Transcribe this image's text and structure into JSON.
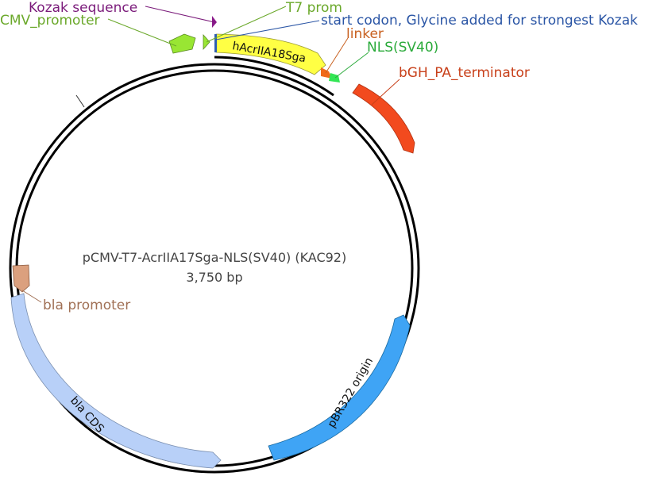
{
  "plasmid": {
    "name": "pCMV-T7-AcrIIA17Sga-NLS(SV40) (KAC92)",
    "length_label": "3,750 bp",
    "length_bp": 3750
  },
  "features": [
    {
      "id": "cmv",
      "name": "CMV_promoter",
      "color": "#99e633",
      "label_color": "#6aa82a"
    },
    {
      "id": "t7",
      "name": "T7 prom",
      "color": "#99e633",
      "label_color": "#6aa82a"
    },
    {
      "id": "kozak",
      "name": "Kozak sequence",
      "color": "#8a1a8a",
      "label_color": "#7a1a7a"
    },
    {
      "id": "start",
      "name": "start codon, Glycine added for strongest Kozak",
      "color": "#2f5fb0",
      "label_color": "#2a55a5"
    },
    {
      "id": "acr",
      "name": "hAcrIIA18Sga",
      "color": "#ffff44",
      "label_color": "#111111"
    },
    {
      "id": "linker",
      "name": "linker",
      "color": "#f06a1a",
      "label_color": "#c8601f"
    },
    {
      "id": "nls",
      "name": "NLS(SV40)",
      "color": "#33e655",
      "label_color": "#2aaa3a"
    },
    {
      "id": "bgh",
      "name": "bGH_PA_terminator",
      "color": "#f24a1e",
      "label_color": "#c8401a"
    },
    {
      "id": "ori",
      "name": "pBR322 origin",
      "color": "#3fa4f5",
      "label_color": "#111111"
    },
    {
      "id": "bla",
      "name": "bla CDS",
      "color": "#b8d0f8",
      "label_color": "#111111"
    },
    {
      "id": "blaprom",
      "name": "bla promoter",
      "color": "#dba07e",
      "label_color": "#a07055"
    }
  ]
}
